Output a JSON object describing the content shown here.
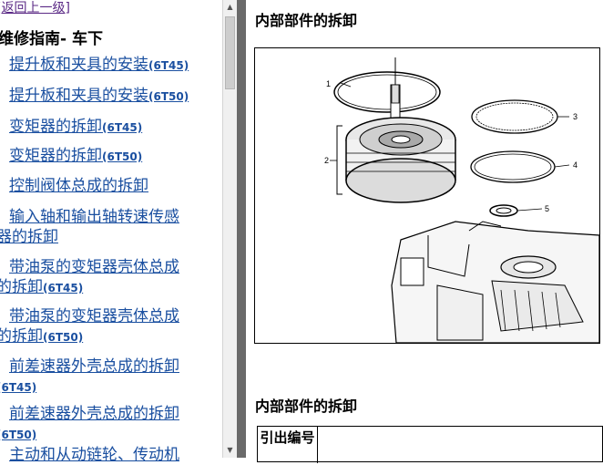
{
  "nav": {
    "back_label": "[返回上一级]",
    "section_title": "维修指南- 车下",
    "items": [
      {
        "line1": "提升板和夹具的安装",
        "suffix": "(6T45)"
      },
      {
        "line1": "提升板和夹具的安装",
        "suffix": "(6T50)"
      },
      {
        "line1": "变矩器的拆卸",
        "suffix": "(6T45)"
      },
      {
        "line1": "变矩器的拆卸",
        "suffix": "(6T50)"
      },
      {
        "line1": "控制阀体总成的拆卸",
        "suffix": ""
      },
      {
        "line1": "输入轴和输出轴转速传感",
        "line2": "器的拆卸",
        "suffix": ""
      },
      {
        "line1": "带油泵的变矩器壳体总成",
        "line2": "的拆卸",
        "suffix": "(6T45)"
      },
      {
        "line1": "带油泵的变矩器壳体总成",
        "line2": "的拆卸",
        "suffix": "(6T50)"
      },
      {
        "line1": "前差速器外壳总成的拆卸",
        "line2": "",
        "suffix": "(6T45)"
      },
      {
        "line1": "前差速器外壳总成的拆卸",
        "line2": "",
        "suffix": "(6T50)"
      },
      {
        "line1": "主动和从动链轮、传动机"
      }
    ]
  },
  "content": {
    "heading_top": "内部部件的拆卸",
    "heading_bottom": "内部部件的拆卸",
    "callouts": [
      "1",
      "2",
      "3",
      "4",
      "5"
    ],
    "table_header": "引出编号"
  }
}
